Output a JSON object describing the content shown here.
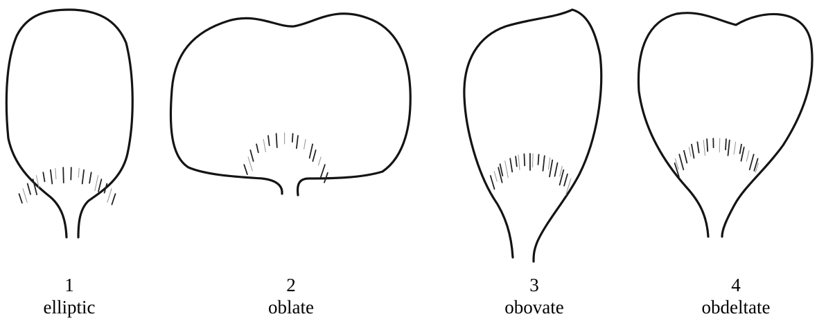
{
  "shapes": [
    {
      "number": "1",
      "name": "elliptic"
    },
    {
      "number": "2",
      "name": "oblate"
    },
    {
      "number": "3",
      "name": "obovate"
    },
    {
      "number": "4",
      "name": "obdeltate"
    }
  ],
  "colors": {
    "ink": "#141414",
    "hair_light": "#9a9a9a",
    "background": "#ffffff"
  }
}
